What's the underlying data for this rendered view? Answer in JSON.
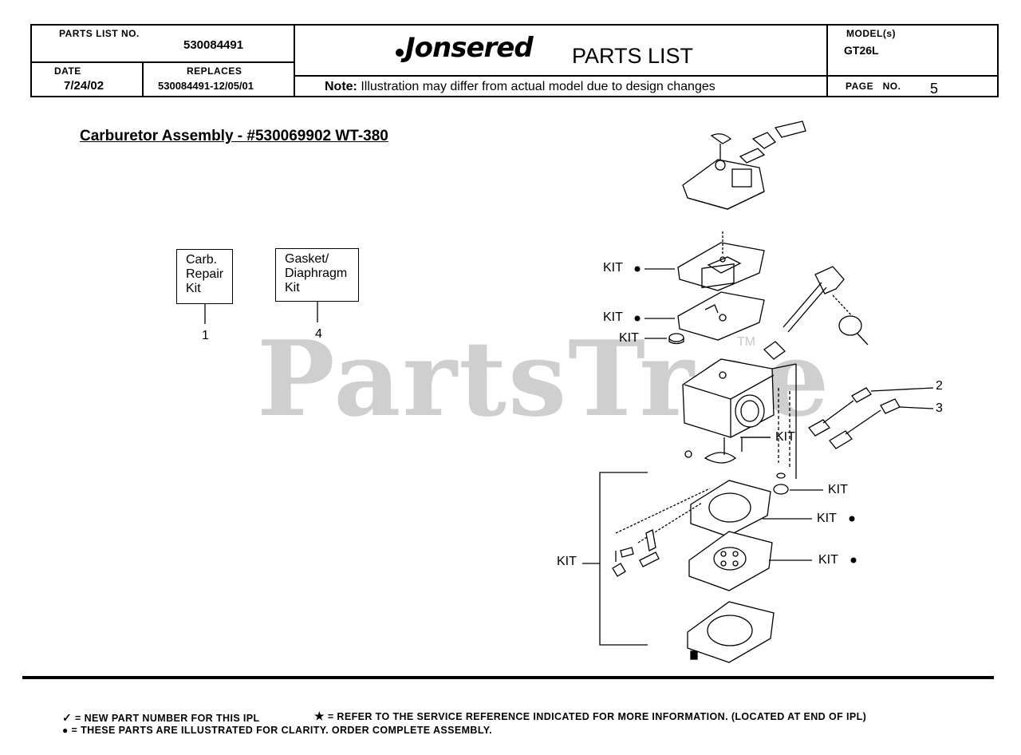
{
  "header": {
    "parts_list_no_label": "PARTS LIST NO.",
    "parts_list_no": "530084491",
    "date_label": "DATE",
    "date": "7/24/02",
    "replaces_label": "REPLACES",
    "replaces": "530084491-12/05/01",
    "brand": "Jonsered",
    "title": "PARTS LIST",
    "model_label": "MODEL(s)",
    "model": "GT26L",
    "note_bold": "Note:",
    "note_text": "Illustration may differ from actual model due to design changes",
    "page_label": "PAGE   NO.",
    "page_no": "5"
  },
  "section_title": "Carburetor Assembly - #530069902  WT-380",
  "kits": [
    {
      "lines": [
        "Carb.",
        "Repair",
        "Kit"
      ],
      "ref": "1"
    },
    {
      "lines": [
        "Gasket/",
        "Diaphragm",
        "Kit"
      ],
      "ref": "4"
    }
  ],
  "diagram_labels": {
    "kit": "KIT",
    "ref_2": "2",
    "ref_3": "3"
  },
  "watermark": {
    "text": "PartsTree",
    "tm": "TM"
  },
  "footer": {
    "new_part": "= NEW PART NUMBER FOR THIS  IPL",
    "refer": "= REFER TO THE SERVICE REFERENCE  INDICATED FOR MORE INFORMATION. (LOCATED AT END OF IPL)",
    "clarity": "= THESE PARTS ARE  ILLUSTRATED FOR CLARITY.    ORDER  COMPLETE   ASSEMBLY."
  }
}
